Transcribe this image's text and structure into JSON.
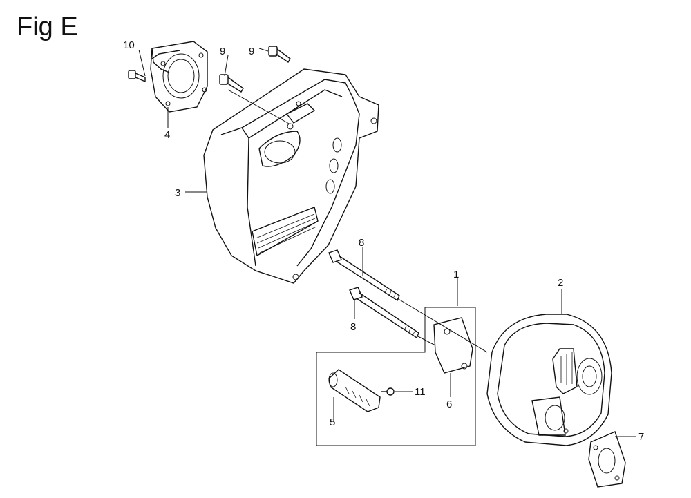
{
  "figure": {
    "title": "Fig E"
  },
  "callouts": {
    "c1": "1",
    "c2": "2",
    "c3": "3",
    "c4": "4",
    "c5": "5",
    "c6": "6",
    "c7": "7",
    "c8a": "8",
    "c8b": "8",
    "c9a": "9",
    "c9b": "9",
    "c10": "10",
    "c11": "11"
  }
}
